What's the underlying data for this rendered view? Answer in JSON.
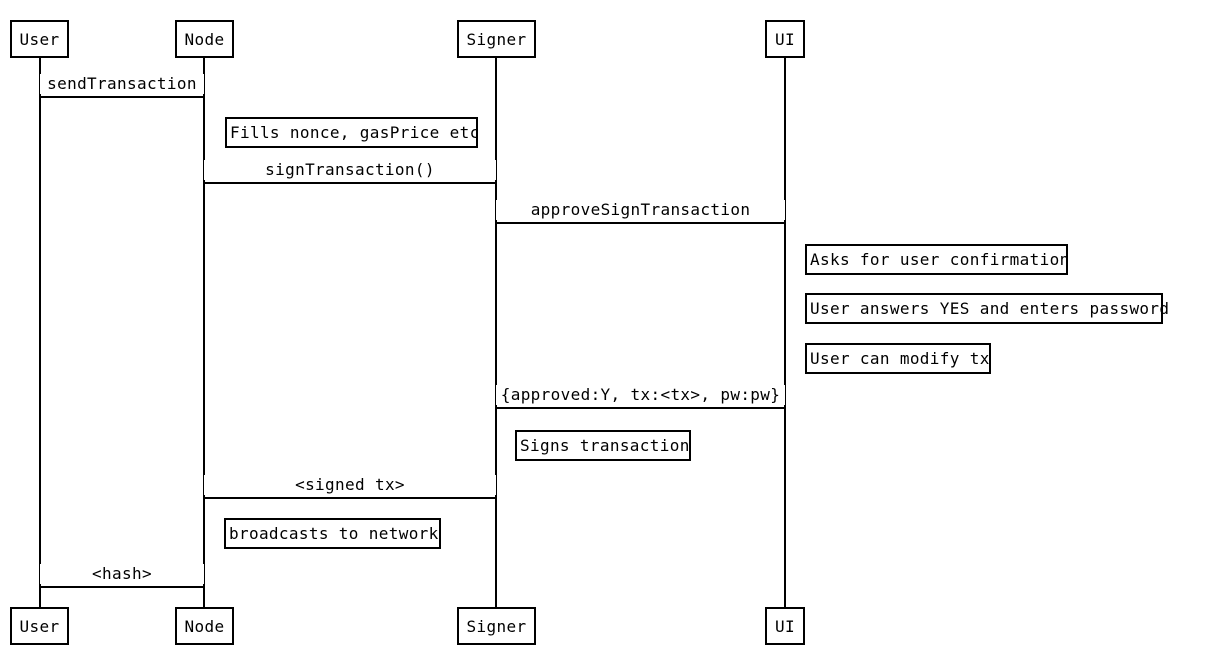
{
  "diagram": {
    "type": "sequence-diagram",
    "background_color": "#ffffff",
    "line_color": "#000000",
    "text_color": "#000000",
    "actors": [
      {
        "name": "User"
      },
      {
        "name": "Node"
      },
      {
        "name": "Signer"
      },
      {
        "name": "UI"
      }
    ],
    "messages": [
      {
        "from": "User",
        "to": "Node",
        "label": "sendTransaction"
      },
      {
        "from": "Node",
        "to": "Signer",
        "label": "signTransaction()"
      },
      {
        "from": "Signer",
        "to": "UI",
        "label": "approveSignTransaction"
      },
      {
        "from": "UI",
        "to": "Signer",
        "label": "{approved:Y, tx:<tx>, pw:pw}"
      },
      {
        "from": "Signer",
        "to": "Node",
        "label": "<signed tx>"
      },
      {
        "from": "Node",
        "to": "User",
        "label": "<hash>"
      }
    ],
    "notes": [
      {
        "actor": "Node",
        "text": "Fills nonce, gasPrice etc"
      },
      {
        "actor": "UI",
        "text": "Asks for user confirmation"
      },
      {
        "actor": "UI",
        "text": "User answers YES and enters password"
      },
      {
        "actor": "UI",
        "text": "User can modify tx"
      },
      {
        "actor": "Signer",
        "text": "Signs transaction"
      },
      {
        "actor": "Node",
        "text": "broadcasts to network"
      }
    ]
  }
}
